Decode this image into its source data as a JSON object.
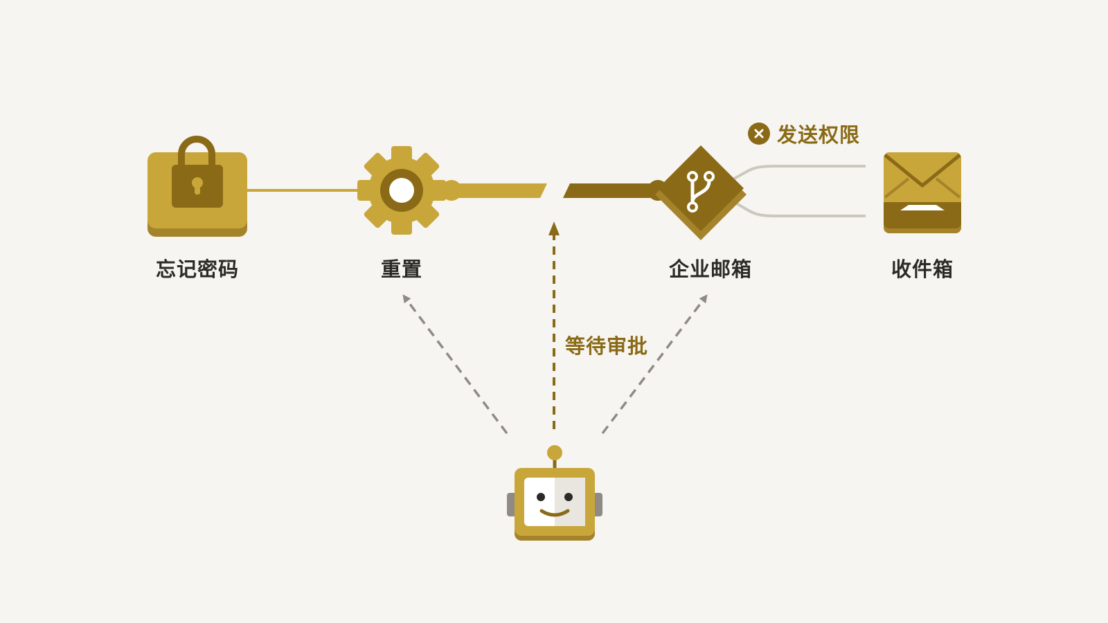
{
  "nodes": {
    "forgot_password": {
      "label": "忘记密码",
      "icon": "padlock-icon"
    },
    "reset": {
      "label": "重置",
      "icon": "gear-icon"
    },
    "corporate_email": {
      "label": "企业邮箱",
      "icon": "branch-diamond-icon"
    },
    "inbox": {
      "label": "收件箱",
      "icon": "envelope-inbox-icon"
    },
    "agent": {
      "icon": "robot-icon"
    }
  },
  "annotations": {
    "send_permission": {
      "label": "发送权限",
      "icon": "close-icon"
    },
    "awaiting_approval": {
      "label": "等待审批"
    }
  },
  "colors": {
    "background": "#f6f5f1",
    "gold": "#c9a63a",
    "gold_dark": "#8a6a16",
    "gold_shadow": "#a5832a",
    "gray_line": "#cdc8bc",
    "gray_arrow": "#8f8b84",
    "text": "#2c2a26"
  }
}
